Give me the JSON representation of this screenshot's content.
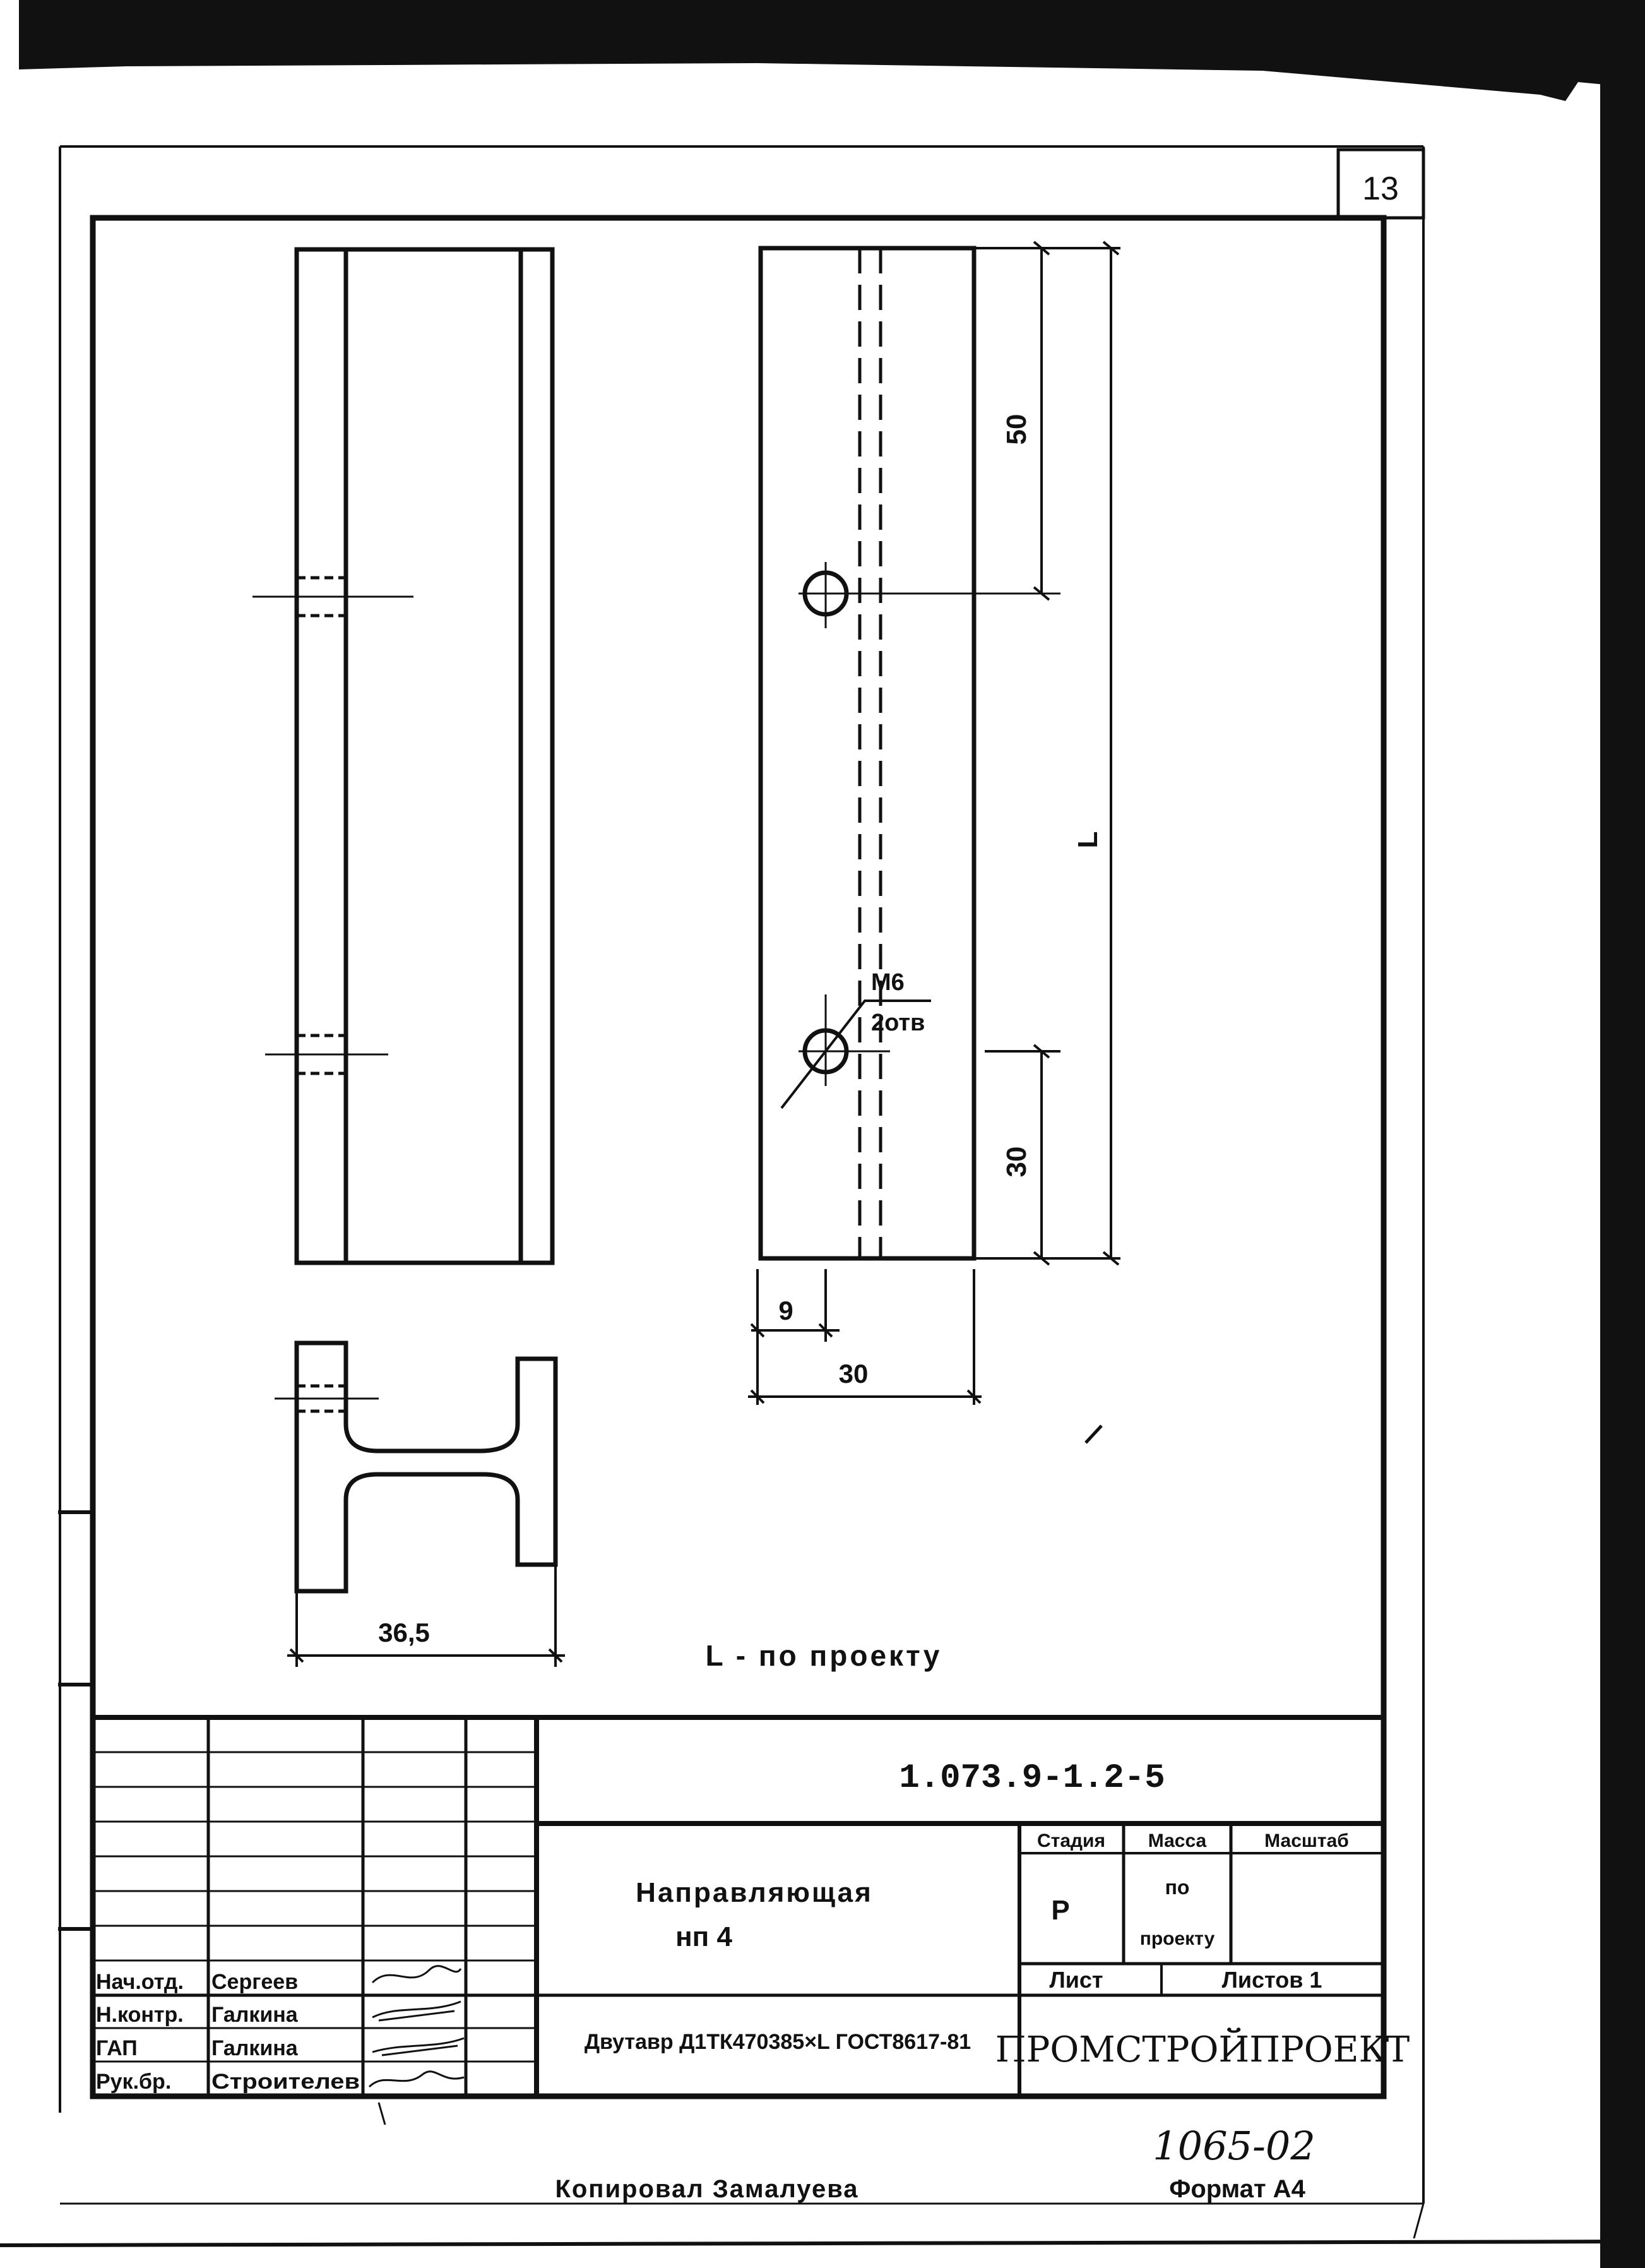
{
  "sheet_number": "13",
  "dimensions": {
    "top_offset": "50",
    "length": "L",
    "bottom_offset": "30",
    "hole_offset": "9",
    "flange_width": "30",
    "section_width": "36,5"
  },
  "hole_callout": {
    "thread": "М6",
    "count": "2отв"
  },
  "length_note": "L - по проекту",
  "title_block": {
    "designation": "1.073.9-1.2-5",
    "title_line1": "Направляющая",
    "title_line2": "нп 4",
    "material": "Двутавр Д1ТК470385×L ГОСТ8617-81",
    "organization": "ПРОМСТРОЙПРОЕКТ",
    "headers": {
      "stage": "Стадия",
      "mass": "Масса",
      "scale": "Масштаб",
      "sheet": "Лист",
      "sheets": "Листов 1"
    },
    "stage_value": "Р",
    "mass_value_line1": "по",
    "mass_value_line2": "проекту",
    "signatures": [
      {
        "role": "Нач.отд.",
        "name": "Сергеев"
      },
      {
        "role": "Н.контр.",
        "name": "Галкина"
      },
      {
        "role": "ГАП",
        "name": "Галкина"
      },
      {
        "role": "Рук.бр.",
        "name": "Строителев"
      }
    ]
  },
  "archive_number": "1065-02",
  "copied_by": "Копировал Замалуева",
  "format": "Формат А4"
}
